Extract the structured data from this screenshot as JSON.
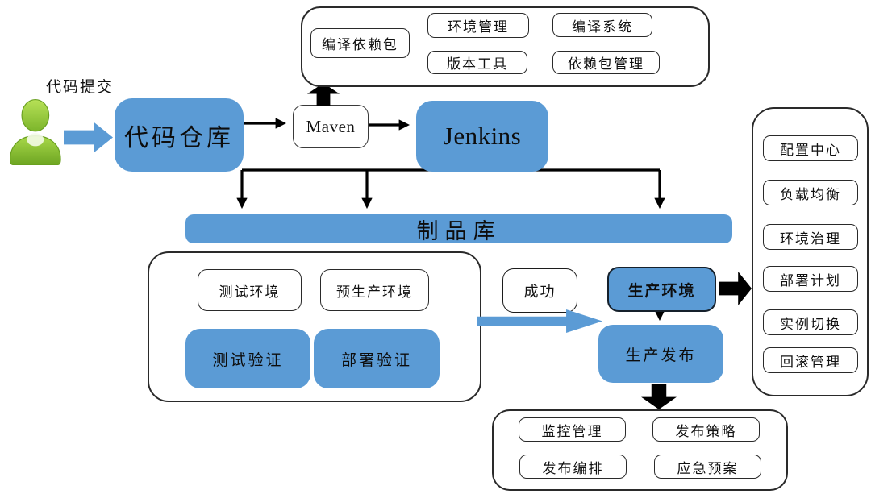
{
  "colors": {
    "node_blue": "#5b9bd5",
    "line_black": "#000000",
    "actor_green": "#8fc63c",
    "text_black": "#111111"
  },
  "actor": {
    "label": "代码提交"
  },
  "nodes": {
    "code_repo": "代码仓库",
    "maven": "Maven",
    "jenkins": "Jenkins",
    "artifact_repo": "制品库",
    "test_env": "测试环境",
    "preprod_env": "预生产环境",
    "test_verify": "测试验证",
    "deploy_verify": "部署验证",
    "success": "成功",
    "prod_env": "生产环境",
    "prod_release": "生产发布"
  },
  "panels": {
    "build_tools": {
      "items": [
        "编译依赖包",
        "环境管理",
        "编译系统",
        "版本工具",
        "依赖包管理"
      ]
    },
    "ops_capabilities": {
      "items": [
        "配置中心",
        "负载均衡",
        "环境治理",
        "部署计划",
        "实例切换",
        "回滚管理"
      ]
    },
    "release_management": {
      "items": [
        "监控管理",
        "发布策略",
        "发布编排",
        "应急预案"
      ]
    }
  }
}
